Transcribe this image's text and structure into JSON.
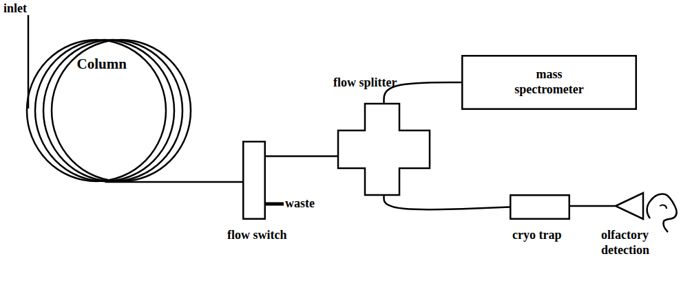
{
  "diagram": {
    "nodes": [
      {
        "text": [
          "Column"
        ]
      },
      {
        "text": [
          "flow switch"
        ]
      },
      {
        "text": [
          "flow splitter"
        ]
      },
      {
        "text": [
          "mass spectrometer"
        ]
      },
      {
        "text": [
          "cryo trap"
        ]
      },
      {
        "text": [
          "olfactory detection"
        ]
      }
    ],
    "edges": [
      {
        "from": 0,
        "to": 1,
        "arrow": "none"
      },
      {
        "from": 1,
        "to": 2,
        "arrow": "none"
      },
      {
        "from": 2,
        "to": 3,
        "arrow": "none"
      },
      {
        "from": 2,
        "to": 4,
        "arrow": "none"
      },
      {
        "from": 4,
        "to": 5,
        "arrow": "none"
      }
    ],
    "labels": [
      "inlet",
      "waste"
    ]
  }
}
